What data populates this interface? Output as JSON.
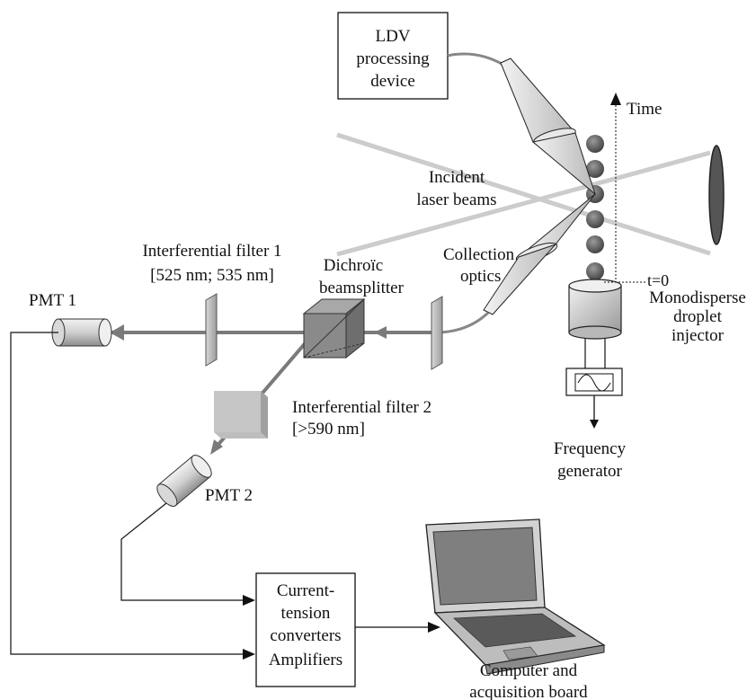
{
  "labels": {
    "ldv": [
      "LDV",
      "processing",
      "device"
    ],
    "time": "Time",
    "incident": [
      "Incident",
      "laser beams"
    ],
    "collection": [
      "Collection",
      "optics"
    ],
    "t0": "t=0",
    "injector": [
      "Monodisperse",
      "droplet",
      "injector"
    ],
    "freq": [
      "Frequency",
      "generator"
    ],
    "filter1": [
      "Interferential filter 1",
      "[525 nm; 535 nm]"
    ],
    "dichroic": [
      "Dichroïc",
      "beamsplitter"
    ],
    "filter2": [
      "Interferential filter 2",
      "[>590 nm]"
    ],
    "pmt1": "PMT 1",
    "pmt2": "PMT 2",
    "converter": [
      "Current-",
      "tension",
      "converters",
      "Amplifiers"
    ],
    "computer": [
      "Computer and",
      "acquisition board"
    ]
  },
  "colors": {
    "beam": "#7a7a7a",
    "laser": "#cccccc",
    "droplet": "#555555",
    "line": "#111111"
  }
}
